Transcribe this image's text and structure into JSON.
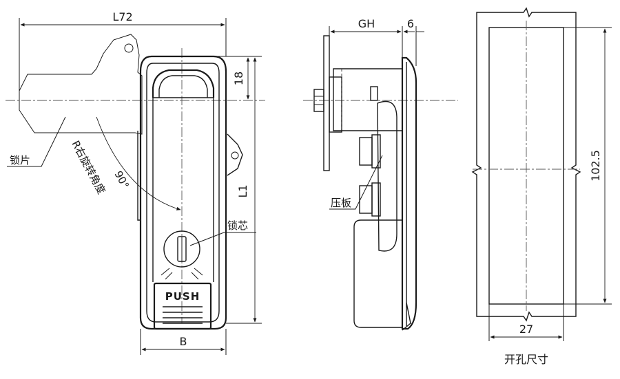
{
  "dimensions": {
    "width_label": "L72",
    "gh_label": "GH",
    "six_label": "6",
    "eighteen_label": "18",
    "l1_label": "L1",
    "b_label": "B",
    "height_label": "102.5",
    "cutout_width_label": "27"
  },
  "labels": {
    "lock_plate": "锁片",
    "rotation_angle": "R右旋转角度",
    "angle_value": "90°",
    "lock_core": "锁芯",
    "pressure_plate": "压板",
    "push_button": "PUSH",
    "cutout_size": "开孔尺寸"
  }
}
